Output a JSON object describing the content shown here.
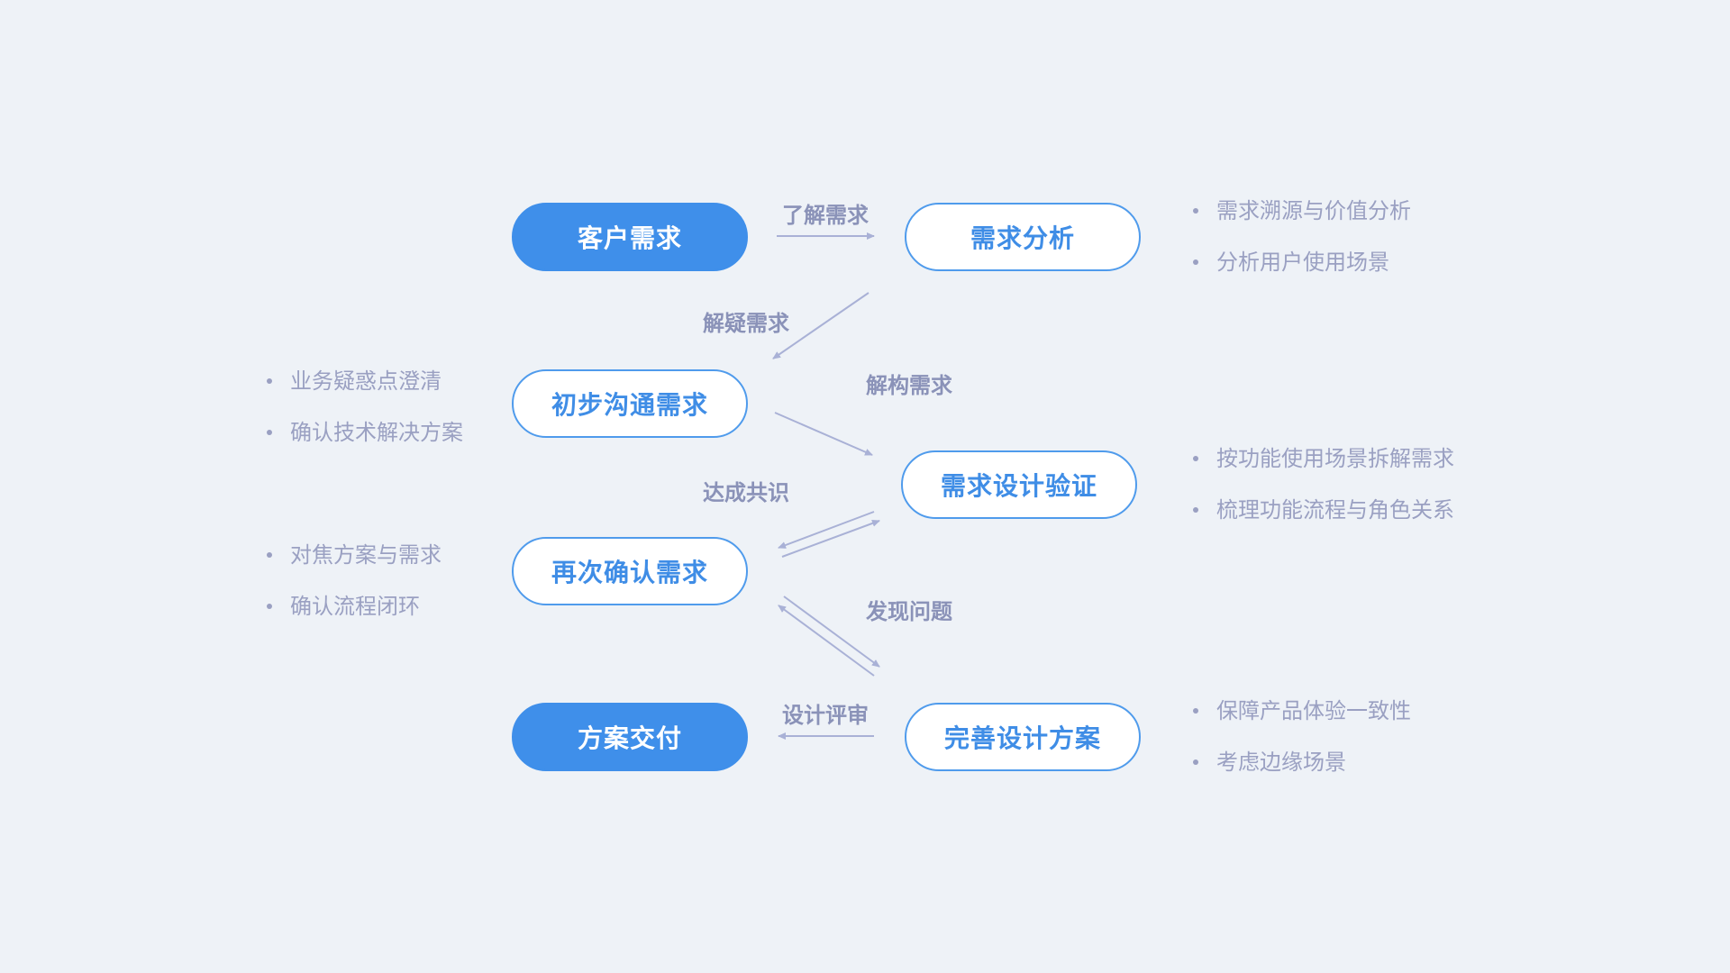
{
  "nodes": {
    "customer_need": "客户需求",
    "need_analysis": "需求分析",
    "initial_comm": "初步沟通需求",
    "design_verify": "需求设计验证",
    "reconfirm": "再次确认需求",
    "improve_design": "完善设计方案",
    "delivery": "方案交付"
  },
  "edge_labels": {
    "understand": "了解需求",
    "clarify": "解疑需求",
    "deconstruct": "解构需求",
    "consensus": "达成共识",
    "find_issue": "发现问题",
    "review": "设计评审"
  },
  "notes": {
    "need_analysis": [
      "需求溯源与价值分析",
      "分析用户使用场景"
    ],
    "initial_comm": [
      "业务疑惑点澄清",
      "确认技术解决方案"
    ],
    "design_verify": [
      "按功能使用场景拆解需求",
      "梳理功能流程与角色关系"
    ],
    "reconfirm": [
      "对焦方案与需求",
      "确认流程闭环"
    ],
    "improve_design": [
      "保障产品体验一致性",
      "考虑边缘场景"
    ]
  },
  "colors": {
    "accent": "#3f8fea",
    "arrow": "#a9b1d6",
    "label": "#8a92b8",
    "note": "#9aa0c2"
  }
}
